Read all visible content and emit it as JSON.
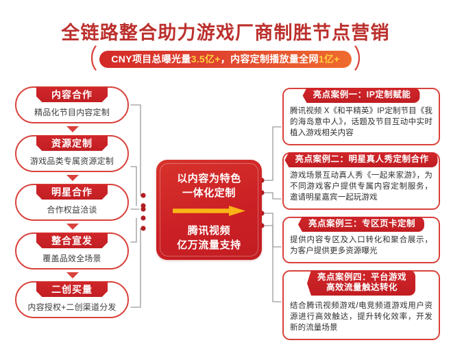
{
  "header": {
    "title": "全链路整合助力游戏厂商制胜节点营销",
    "paren_left": "（",
    "paren_right": "）",
    "subtitle_pre": "CNY项目总曝光量",
    "subtitle_hl1": "3.5亿+",
    "subtitle_mid": "，内容定制播放量全网",
    "subtitle_hl2": "1亿+"
  },
  "left_steps": [
    {
      "title": "内容合作",
      "subtitle": "精品化节目内容定制"
    },
    {
      "title": "资源定制",
      "subtitle": "游戏品类专属资源定制"
    },
    {
      "title": "明星合作",
      "subtitle": "合作权益洽谈"
    },
    {
      "title": "整合宣发",
      "subtitle": "覆盖品效全场景"
    },
    {
      "title": "二创买量",
      "subtitle": "内容授权+二创渠道分发"
    }
  ],
  "center": {
    "line1": "以内容为特色",
    "line2": "一体化定制",
    "line3": "腾讯视频",
    "line4": "亿万流量支持",
    "arrow_icon": "right-arrow-icon"
  },
  "right_cases": [
    {
      "header": "亮点案例一：IP定制赋能",
      "header_line2": "",
      "body": "腾讯视频 X《和平精英》IP定制节目《我的海岛意中人》，话题及节目互动中实时植入游戏相关内容"
    },
    {
      "header": "亮点案例二：明星真人秀定制合作",
      "header_line2": "",
      "body": "游戏场景互动真人秀《一起来家游》，为不同游戏客户提供专属内容定制服务，邀请明星嘉宾一起玩游戏"
    },
    {
      "header": "亮点案例三：专区页卡定制",
      "header_line2": "",
      "body": "提供内容专区及入口转化和聚合展示，为客户提供更多资源曝光"
    },
    {
      "header": "亮点案例四：平台游戏",
      "header_line2": "高效流量触达转化",
      "body": "结合腾讯视频游戏/电竞频道游戏用户资源进行高效触达，提升转化效率，开发新的流量场景"
    }
  ],
  "colors": {
    "brand_red": "#c21d22",
    "outline_red": "#d8423b",
    "title_red": "#bb302d",
    "accent_gold": "#ffd23c",
    "arrow_gold": "#fbb416",
    "dot_red": "#b01e22",
    "wire_gray": "#9a9a9a",
    "body_text": "#2f2f2f"
  }
}
